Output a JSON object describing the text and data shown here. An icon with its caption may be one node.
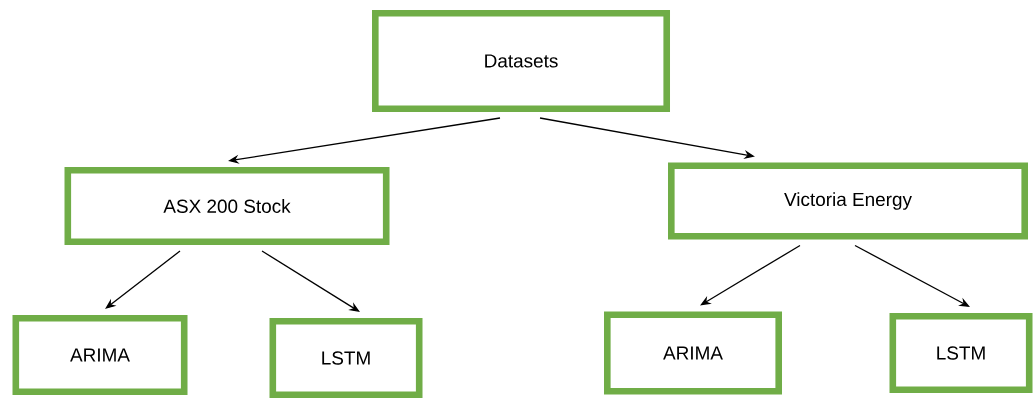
{
  "diagram": {
    "nodes": [
      {
        "text": [
          "Datasets"
        ]
      },
      {
        "text": [
          "ASX 200 Stock"
        ]
      },
      {
        "text": [
          "Victoria Energy"
        ]
      },
      {
        "text": [
          "ARIMA"
        ]
      },
      {
        "text": [
          "LSTM"
        ]
      },
      {
        "text": [
          "ARIMA"
        ]
      },
      {
        "text": [
          "LSTM"
        ]
      }
    ],
    "edges": [
      {
        "from": 0,
        "to": 1,
        "arrow": "to"
      },
      {
        "from": 0,
        "to": 2,
        "arrow": "to"
      },
      {
        "from": 1,
        "to": 3,
        "arrow": "to"
      },
      {
        "from": 1,
        "to": 4,
        "arrow": "to"
      },
      {
        "from": 2,
        "to": 5,
        "arrow": "to"
      },
      {
        "from": 2,
        "to": 6,
        "arrow": "to"
      }
    ]
  }
}
